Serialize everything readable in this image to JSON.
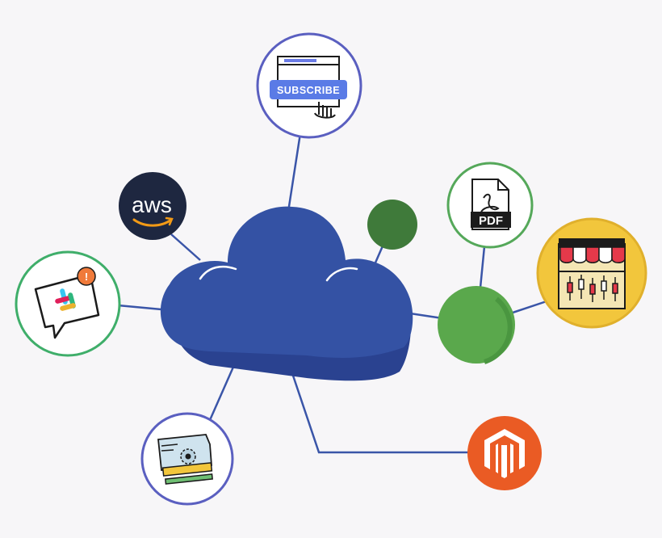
{
  "hub": {
    "icon": "cloud-icon",
    "color": "#3452a4",
    "shadow": "#2a4290"
  },
  "connector_color": "#3a55a8",
  "nodes": {
    "subscribe": {
      "icon": "subscribe-browser-icon",
      "label": "SUBSCRIBE",
      "ring": "#5a5fc0",
      "accent": "#5a7be6"
    },
    "aws": {
      "icon": "aws-logo-icon",
      "label": "aws",
      "bg": "#1e2740",
      "accent": "#f29a16"
    },
    "slack": {
      "icon": "slack-chat-icon",
      "badge": "!",
      "ring": "#3fae6a",
      "badge_color": "#f07a3a"
    },
    "pdf": {
      "icon": "pdf-file-icon",
      "label": "PDF",
      "ring": "#55a85a"
    },
    "store": {
      "icon": "storefront-icon",
      "bg": "#f2c63c"
    },
    "tools": {
      "icon": "settings-ruler-icon",
      "ring": "#5a5fc0"
    },
    "magento": {
      "icon": "magento-logo-icon",
      "bg": "#ea5b24"
    },
    "green_small": {
      "color": "#3f7a3a"
    },
    "green_large": {
      "color": "#5aa84c"
    }
  }
}
